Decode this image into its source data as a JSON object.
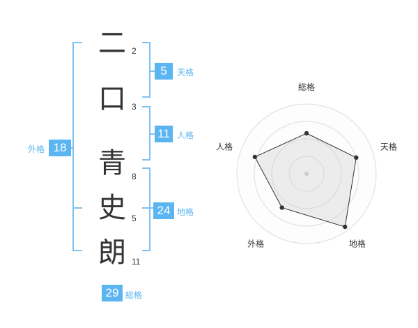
{
  "name": {
    "characters": [
      {
        "char": "二",
        "strokes": "2"
      },
      {
        "char": "口",
        "strokes": "3"
      },
      {
        "char": "青",
        "strokes": "8"
      },
      {
        "char": "史",
        "strokes": "5"
      },
      {
        "char": "朗",
        "strokes": "11"
      }
    ]
  },
  "fortune": {
    "tenkaku": {
      "value": "5",
      "label": "天格"
    },
    "jinkaku": {
      "value": "11",
      "label": "人格"
    },
    "chikaku": {
      "value": "24",
      "label": "地格"
    },
    "gaikaku": {
      "value": "18",
      "label": "外格"
    },
    "soukaku": {
      "value": "29",
      "label": "総格"
    }
  },
  "colors": {
    "accent": "#5ab5f0",
    "bracket": "#7cc3f3",
    "text": "#333333"
  },
  "chart_data": {
    "type": "radar",
    "axes": [
      "総格",
      "天格",
      "地格",
      "外格",
      "人格"
    ],
    "values": [
      0.58,
      0.75,
      0.94,
      0.6,
      0.78
    ],
    "max": 1,
    "rings": 4,
    "grid": true
  }
}
